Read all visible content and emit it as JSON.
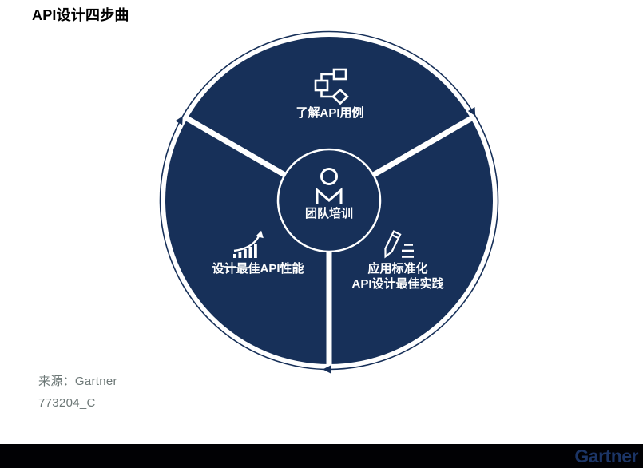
{
  "meta": {
    "title": "API设计四步曲"
  },
  "diagram": {
    "type": "cycle",
    "flow_direction": "clockwise",
    "colors": {
      "circle_fill": "#173059",
      "ring_stroke": "#173059",
      "divider": "#ffffff",
      "label_text": "#ffffff"
    },
    "center": {
      "icon": "person-icon",
      "label": "团队培训"
    },
    "segments": [
      {
        "id": "top",
        "icon": "flowchart-icon",
        "lines": [
          "了解API用例"
        ]
      },
      {
        "id": "bottom-left",
        "icon": "growth-chart-icon",
        "lines": [
          "设计最佳API性能"
        ]
      },
      {
        "id": "bottom-right",
        "icon": "pencil-icon",
        "lines": [
          "应用标准化",
          "API设计最佳实践"
        ]
      }
    ]
  },
  "footer": {
    "source": "来源：Gartner",
    "document_id": "773204_C",
    "logo": "Gartner"
  }
}
